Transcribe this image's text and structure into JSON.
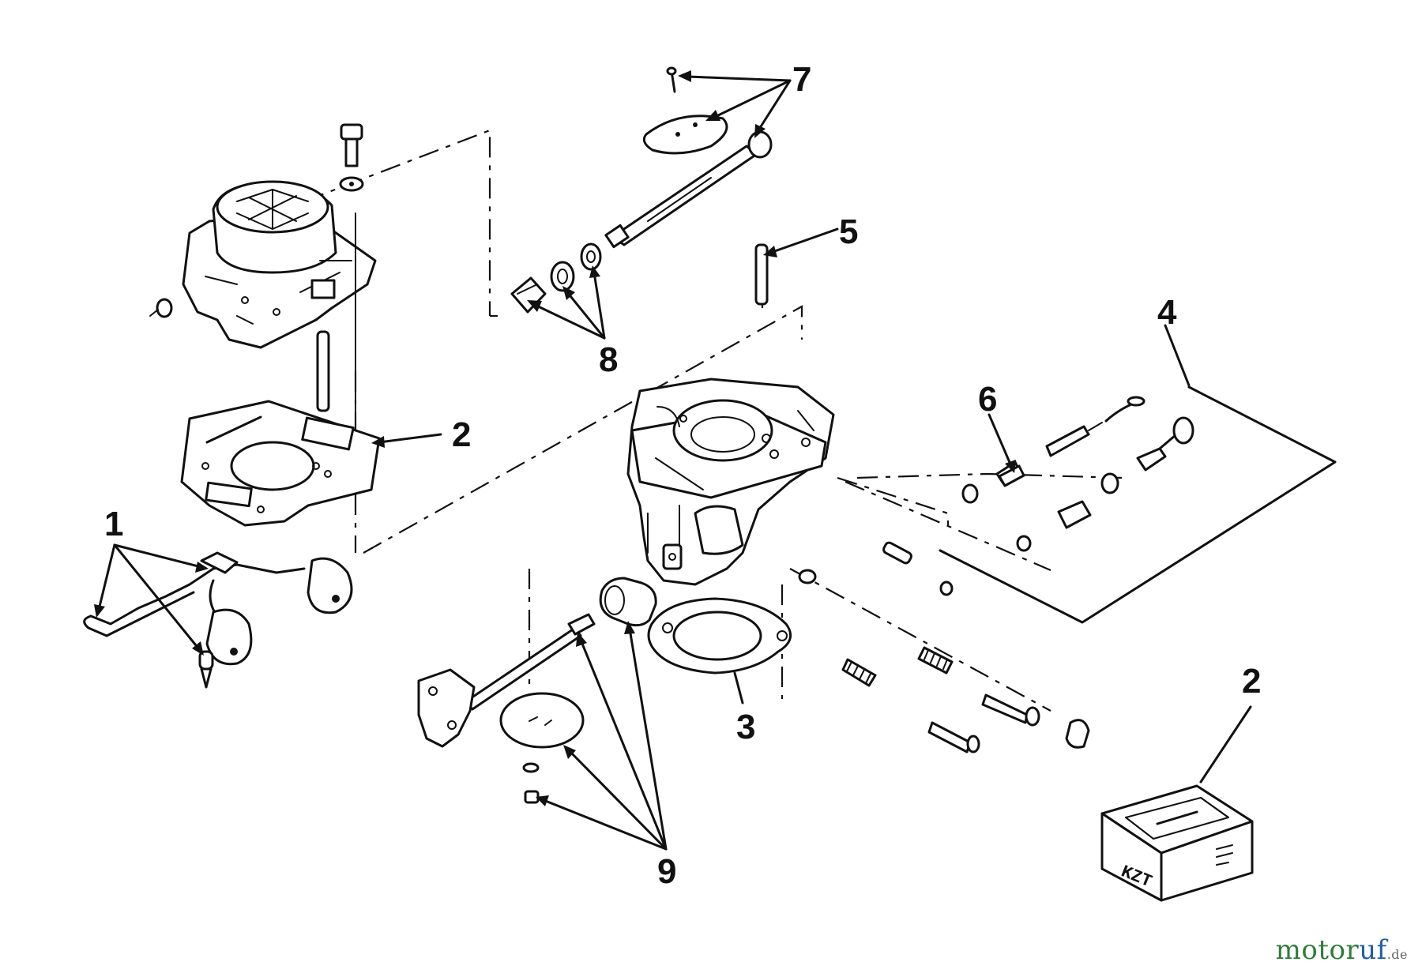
{
  "callouts": {
    "c1": "1",
    "c2_gasket": "2",
    "c2_kit": "2",
    "c3": "3",
    "c4": "4",
    "c5": "5",
    "c6": "6",
    "c7": "7",
    "c8": "8",
    "c9": "9"
  },
  "kit_box_label": "KZT",
  "watermark": {
    "brand_a": "motor",
    "brand_b": "uf",
    "tld": ".de"
  },
  "colors": {
    "line": "#111111",
    "watermark_green": "#2f7d3a",
    "watermark_blue": "#1f5fa8"
  }
}
